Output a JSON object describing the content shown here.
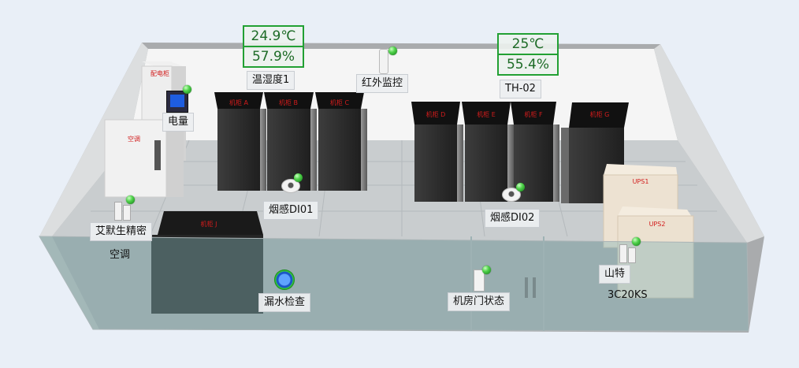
{
  "temp_humidity_1": {
    "temperature": "24.9℃",
    "humidity": "57.9%",
    "label": "温湿度1"
  },
  "th_02": {
    "temperature": "25℃",
    "humidity": "55.4%",
    "label": "TH-02"
  },
  "infrared": {
    "label": "红外监控"
  },
  "power_meter": {
    "label": "电量"
  },
  "distribution_cabinet": {
    "label": "配电柜"
  },
  "air_conditioner": {
    "label": "空调",
    "device_line1": "艾默生精密",
    "device_line2": "空调"
  },
  "smoke_1": {
    "label": "烟感DI01"
  },
  "smoke_2": {
    "label": "烟感DI02"
  },
  "water_leak": {
    "label": "漏水检查"
  },
  "door": {
    "label": "机房门状态"
  },
  "ups": {
    "ups1_label": "UPS1",
    "ups2_label": "UPS2",
    "device_line1": "山特",
    "device_line2": "3C20KS"
  },
  "cabinets": {
    "a": "机柜 A",
    "b": "机柜 B",
    "c": "机柜 C",
    "d": "机柜 D",
    "e": "机柜 E",
    "f": "机柜 F",
    "g": "机柜 G",
    "j": "机柜 J"
  },
  "status_color": "#4fd24a"
}
